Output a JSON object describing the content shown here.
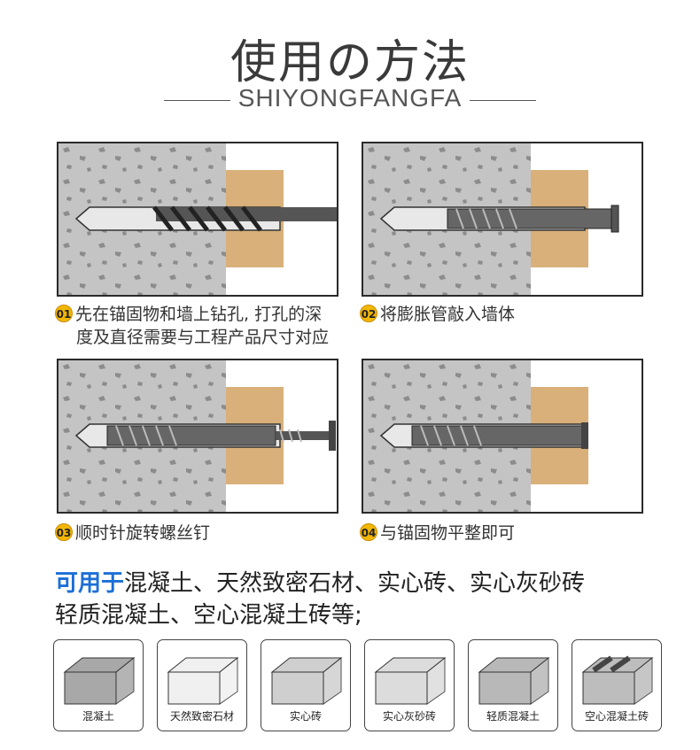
{
  "header": {
    "title": "使用の方法",
    "subtitle": "SHIYONGFANGFA"
  },
  "steps": [
    {
      "num": "01",
      "text_line1": "先在锚固物和墙上钻孔, 打孔的深",
      "text_line2": "度及直径需要与工程产品尺寸对应"
    },
    {
      "num": "02",
      "text_line1": "将膨胀管敲入墙体"
    },
    {
      "num": "03",
      "text_line1": "顺时针旋转螺丝钉"
    },
    {
      "num": "04",
      "text_line1": "与锚固物平整即可"
    }
  ],
  "usage": {
    "highlight": "可用于",
    "line1": "混凝土、天然致密石材、实心砖、实心灰砂砖",
    "line2": "轻质混凝土、空心混凝土砖等;"
  },
  "materials": [
    "混凝土",
    "天然致密石材",
    "实心砖",
    "实心灰砂砖",
    "轻质混凝土",
    "空心混凝土砖"
  ],
  "colors": {
    "highlight": "#1c6fd6",
    "concrete": "#c4c4c4",
    "wood": "#d9b07a",
    "badge": "#f2b705"
  }
}
